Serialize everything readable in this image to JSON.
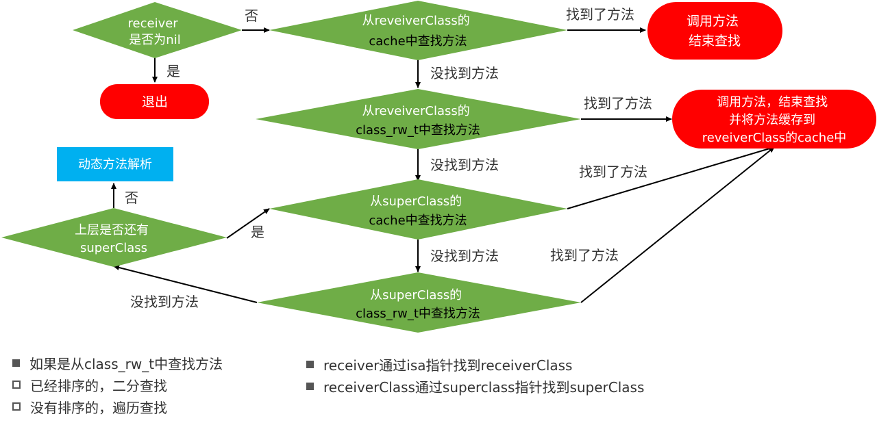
{
  "colors": {
    "decision_fill": "#6fad47",
    "terminal_fill": "#ff0000",
    "process_fill": "#00b0f0",
    "text_light": "#ffffff",
    "text_dark": "#000000",
    "edge_label": "#333333",
    "bullet": "#555555"
  },
  "nodes": {
    "receiver_nil": [
      "receiver",
      "是否为nil"
    ],
    "exit": [
      "退出"
    ],
    "cache_lookup": [
      "从reveiverClass的",
      "cache中查找方法"
    ],
    "call_end": [
      "调用方法",
      "结束查找"
    ],
    "rw_lookup": [
      "从reveiverClass的",
      "class_rw_t中查找方法"
    ],
    "call_cache": [
      "调用方法，结束查找",
      "并将方法缓存到",
      "reveiverClass的cache中"
    ],
    "dynamic": [
      "动态方法解析"
    ],
    "has_super": [
      "上层是否还有",
      "superClass"
    ],
    "super_cache": [
      "从superClass的",
      "cache中查找方法"
    ],
    "super_rw": [
      "从superClass的",
      "class_rw_t中查找方法"
    ]
  },
  "edge_labels": {
    "no_1": "否",
    "yes_1": "是",
    "found_1": "找到了方法",
    "notfound_1": "没找到方法",
    "found_2": "找到了方法",
    "notfound_2": "没找到方法",
    "no_2": "否",
    "found_3": "找到了方法",
    "yes_2": "是",
    "notfound_3": "没找到方法",
    "found_4": "找到了方法",
    "notfound_4": "没找到方法"
  },
  "legend_left": [
    {
      "text": "如果是从class_rw_t中查找方法",
      "bullet": "filled"
    },
    {
      "text": "已经排序的，二分查找",
      "bullet": "hollow"
    },
    {
      "text": "没有排序的，遍历查找",
      "bullet": "hollow"
    }
  ],
  "legend_right": [
    {
      "text": "receiver通过isa指针找到receiverClass",
      "bullet": "filled"
    },
    {
      "text": "receiverClass通过superclass指针找到superClass",
      "bullet": "filled"
    }
  ]
}
